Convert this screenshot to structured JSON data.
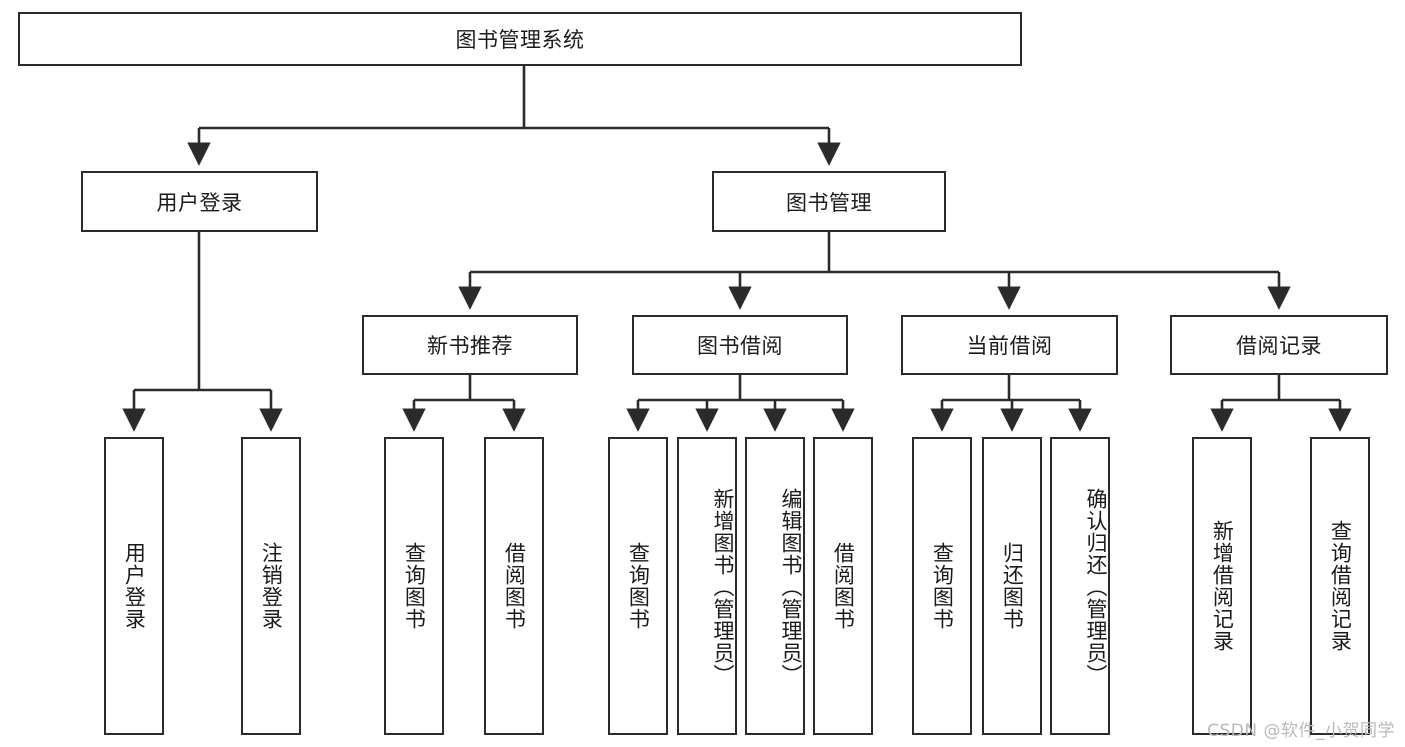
{
  "diagram": {
    "title": "图书管理系统",
    "type": "tree",
    "root": {
      "label": "图书管理系统"
    },
    "level2": [
      {
        "label": "用户登录"
      },
      {
        "label": "图书管理"
      }
    ],
    "level3": [
      {
        "label": "新书推荐"
      },
      {
        "label": "图书借阅"
      },
      {
        "label": "当前借阅"
      },
      {
        "label": "借阅记录"
      }
    ],
    "leaves": {
      "user_login": [
        {
          "label": "用户登录"
        },
        {
          "label": "注销登录"
        }
      ],
      "new_book_recommend": [
        {
          "label": "查询图书"
        },
        {
          "label": "借阅图书"
        }
      ],
      "book_borrow": [
        {
          "label": "查询图书"
        },
        {
          "label": "新增图书（管理员）"
        },
        {
          "label": "编辑图书（管理员）"
        },
        {
          "label": "借阅图书"
        }
      ],
      "current_borrow": [
        {
          "label": "查询图书"
        },
        {
          "label": "归还图书"
        },
        {
          "label": "确认归还（管理员）"
        }
      ],
      "borrow_records": [
        {
          "label": "新增借阅记录"
        },
        {
          "label": "查询借阅记录"
        }
      ]
    },
    "watermark": "CSDN @软件_小贺同学",
    "colors": {
      "stroke": "#2b2b2b",
      "fill": "#ffffff",
      "text": "#1b1b1b",
      "watermark": "#b9b9b9"
    }
  }
}
